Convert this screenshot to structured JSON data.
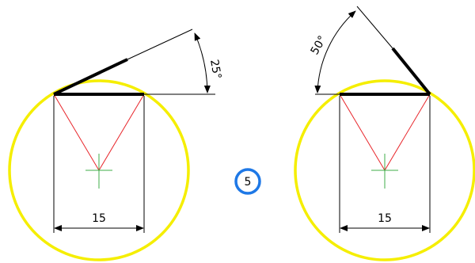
{
  "left_figure": {
    "angle_label": "25°",
    "width_label": "15"
  },
  "right_figure": {
    "angle_label": "50°",
    "width_label": "15"
  },
  "step_badge": {
    "label": "5"
  },
  "colors": {
    "circle": "#f5ee00",
    "construction_lines": "#e8262b",
    "center_mark": "#3fae49",
    "badge_ring": "#1e78e6",
    "ink": "#000000"
  }
}
